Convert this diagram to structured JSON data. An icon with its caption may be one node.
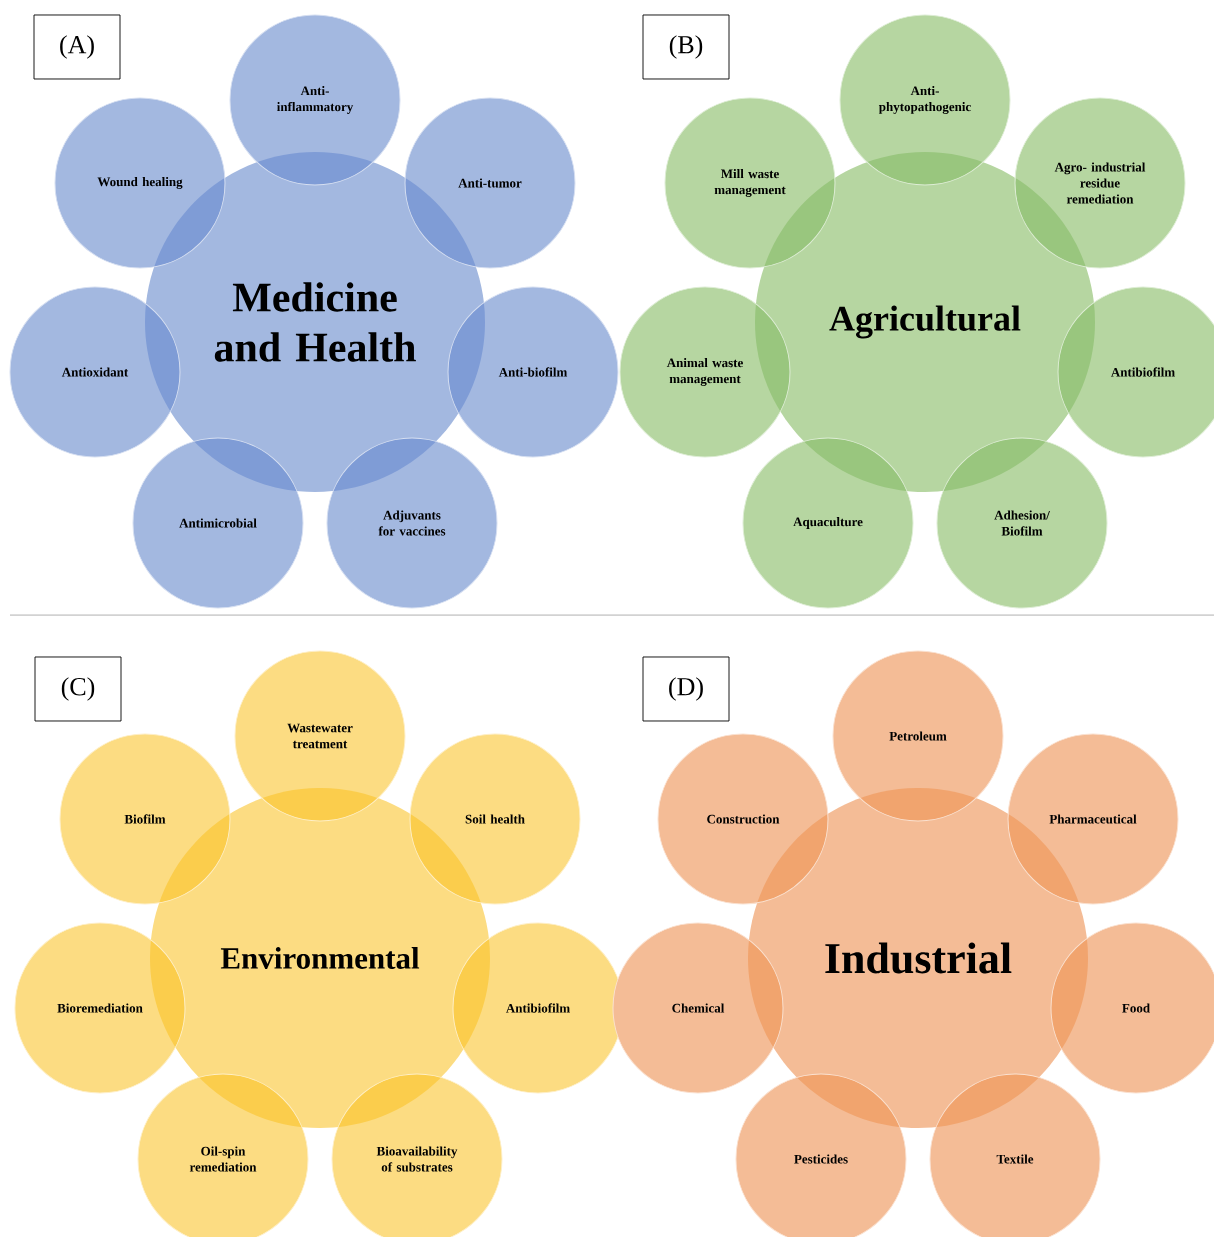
{
  "diagram": {
    "nodes": [
      {
        "text": [
          "(A)"
        ]
      },
      {
        "text": [
          "Medicine and Health"
        ]
      },
      {
        "text": [
          "Anti- inflammatory"
        ]
      },
      {
        "text": [
          "Anti-tumor"
        ]
      },
      {
        "text": [
          "Anti-biofilm"
        ]
      },
      {
        "text": [
          "Adjuvants for vaccines"
        ]
      },
      {
        "text": [
          "Antimicrobial"
        ]
      },
      {
        "text": [
          "Antioxidant"
        ]
      },
      {
        "text": [
          "Wound healing"
        ]
      },
      {
        "text": [
          "(B)"
        ]
      },
      {
        "text": [
          "Agricultural"
        ]
      },
      {
        "text": [
          "Anti- phytopathogenic"
        ]
      },
      {
        "text": [
          "Agro- industrial residue remediation"
        ]
      },
      {
        "text": [
          "Antibiofilm"
        ]
      },
      {
        "text": [
          "Adhesion/ Biofilm"
        ]
      },
      {
        "text": [
          "Aquaculture"
        ]
      },
      {
        "text": [
          "Animal waste management"
        ]
      },
      {
        "text": [
          "Mill waste management"
        ]
      },
      {
        "text": [
          "(C)"
        ]
      },
      {
        "text": [
          "Environmental"
        ]
      },
      {
        "text": [
          "Wastewater treatment"
        ]
      },
      {
        "text": [
          "Soil health"
        ]
      },
      {
        "text": [
          "Antibiofilm"
        ]
      },
      {
        "text": [
          "Bioavailability of substrates"
        ]
      },
      {
        "text": [
          "Oil-spin remediation"
        ]
      },
      {
        "text": [
          "Bioremediation"
        ]
      },
      {
        "text": [
          "Biofilm"
        ]
      },
      {
        "text": [
          "(D)"
        ]
      },
      {
        "text": [
          "Industrial"
        ]
      },
      {
        "text": [
          "Petroleum"
        ]
      },
      {
        "text": [
          "Pharmaceutical"
        ]
      },
      {
        "text": [
          "Food"
        ]
      },
      {
        "text": [
          "Textile"
        ]
      },
      {
        "text": [
          "Pesticides"
        ]
      },
      {
        "text": [
          "Chemical"
        ]
      },
      {
        "text": [
          "Construction"
        ]
      }
    ]
  }
}
